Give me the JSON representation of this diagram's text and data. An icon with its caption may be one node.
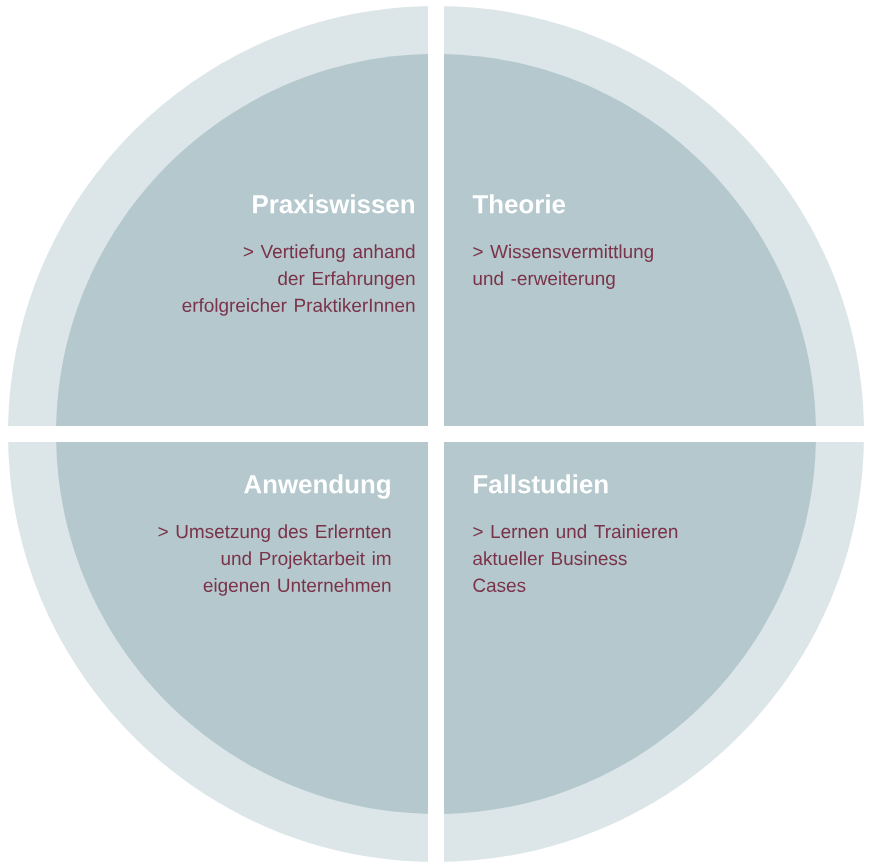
{
  "diagram": {
    "nodes": [
      {
        "text": [
          "Praxiswissen",
          "> Vertiefung anhand der Erfahrungen erfolgreicher PraktikerInnen"
        ]
      },
      {
        "text": [
          "Theorie",
          "> Wissensvermittlung und -erweiterung"
        ]
      },
      {
        "text": [
          "Anwendung",
          "> Umsetzung des Erlernten und Projektarbeit im eigenen Unternehmen"
        ]
      },
      {
        "text": [
          "Fallstudien",
          "> Lernen und Trainieren aktueller Business Cases"
        ]
      }
    ]
  }
}
